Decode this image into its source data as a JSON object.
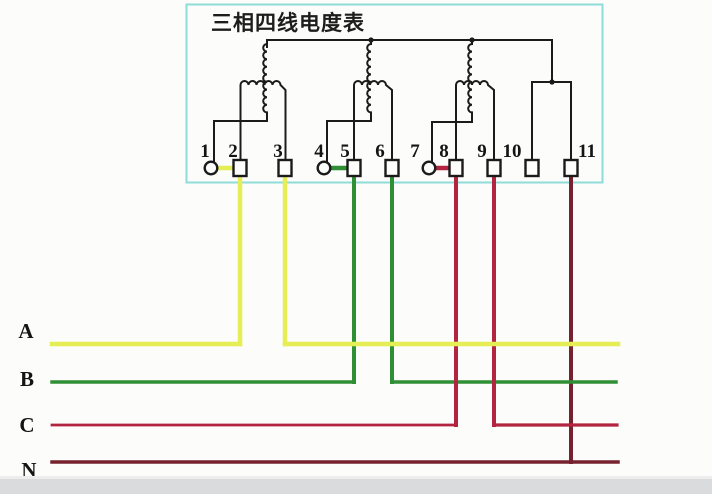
{
  "meter": {
    "title": "三相四线电度表"
  },
  "terminal_labels": [
    "1",
    "2",
    "3",
    "4",
    "5",
    "6",
    "7",
    "8",
    "9",
    "10",
    "11"
  ],
  "phase_labels": [
    "A",
    "B",
    "C",
    "N"
  ],
  "colors": {
    "phase_a_yellow": "#e6ee55",
    "phase_b_green": "#2f8f35",
    "phase_c_red": "#b2243f",
    "neutral_maroon": "#76212e",
    "meter_box_border": "#8fdcd8",
    "wire_black": "#1b1b1b"
  }
}
